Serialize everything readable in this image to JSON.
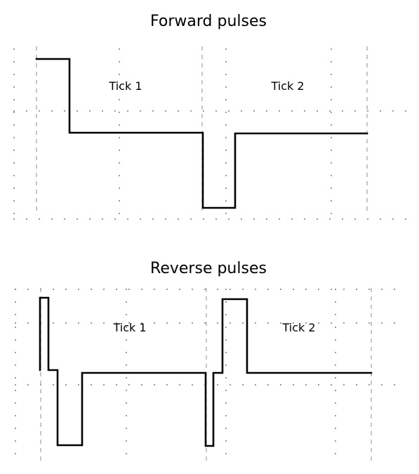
{
  "panels": [
    {
      "title": "Forward pulses",
      "tick_labels": [
        "Tick 1",
        "Tick 2"
      ]
    },
    {
      "title": "Reverse pulses",
      "tick_labels": [
        "Tick 1",
        "Tick 2"
      ]
    }
  ]
}
